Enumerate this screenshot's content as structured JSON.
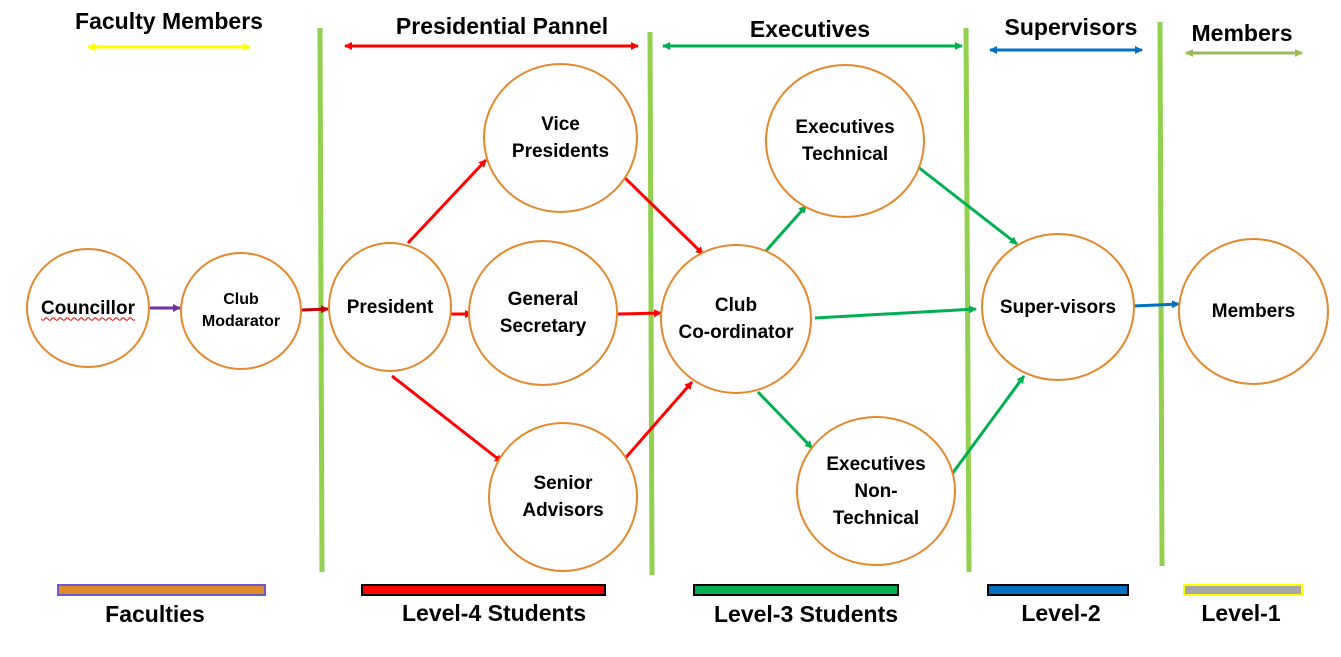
{
  "headers": {
    "faculty_members": "Faculty Members",
    "presidential_pannel": "Presidential Pannel",
    "executives": "Executives",
    "supervisors": "Supervisors",
    "members": "Members"
  },
  "nodes": {
    "councillor": "Councillor",
    "club_modarator": "Club\nModarator",
    "president": "President",
    "vice_presidents": "Vice\nPresidents",
    "general_secretary": "General\nSecretary",
    "senior_advisors": "Senior\nAdvisors",
    "club_coordinator": "Club\nCo-ordinator",
    "executives_technical": "Executives\nTechnical",
    "executives_non_technical": "Executives\nNon-\nTechnical",
    "super_visors": "Super-visors",
    "members": "Members"
  },
  "legend": {
    "faculties": "Faculties",
    "level4": "Level-4 Students",
    "level3": "Level-3 Students",
    "level2": "Level-2",
    "level1": "Level-1"
  },
  "colors": {
    "node_border": "#E2892B",
    "divider": "#92D050",
    "faculty_arrow": "#7030A0",
    "level4": "#FF0000",
    "level3": "#00B050",
    "level2": "#0070C0",
    "level1": "#9BBB59",
    "faculty_header_arrow": "#FFFF00",
    "faculty_swatch": "#E2892B",
    "faculty_swatch_border": "#6A5ACD",
    "level1_swatch": "#A6A6A6",
    "level1_swatch_border": "#FFFF00"
  }
}
